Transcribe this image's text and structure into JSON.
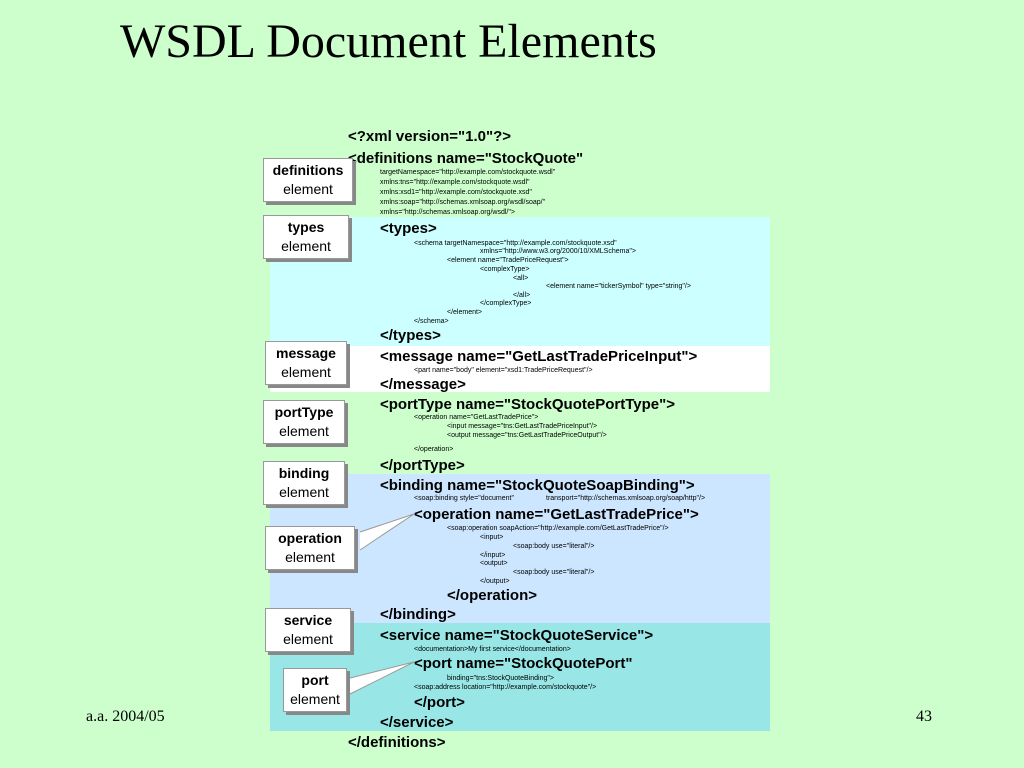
{
  "slide": {
    "title": "WSDL Document Elements",
    "footer_left": "a.a. 2004/05",
    "page_number": "43"
  },
  "colors": {
    "background": "#ccffcc",
    "types_band": "#ccffff",
    "message_band": "#ffffff",
    "binding_band": "#cce6ff",
    "service_band": "#99e6e6"
  },
  "callouts": {
    "definitions": {
      "name": "definitions",
      "label": "element"
    },
    "types": {
      "name": "types",
      "label": "element"
    },
    "message": {
      "name": "message",
      "label": "element"
    },
    "porttype": {
      "name": "portType",
      "label": "element"
    },
    "binding": {
      "name": "binding",
      "label": "element"
    },
    "operation": {
      "name": "operation",
      "label": "element"
    },
    "service": {
      "name": "service",
      "label": "element"
    },
    "port": {
      "name": "port",
      "label": "element"
    }
  },
  "code": {
    "xml_decl": "<?xml version=\"1.0\"?>",
    "definitions_open": "<definitions name=\"StockQuote\"",
    "def_attr1": "targetNamespace=\"http://example.com/stockquote.wsdl\"",
    "def_attr2": "xmlns:tns=\"http://example.com/stockquote.wsdl\"",
    "def_attr3": "xmlns:xsd1=\"http://example.com/stockquote.xsd\"",
    "def_attr4": "xmlns:soap=\"http://schemas.xmlsoap.org/wsdl/soap/\"",
    "def_attr5": "xmlns=\"http://schemas.xmlsoap.org/wsdl/\">",
    "types_open": "<types>",
    "schema_open": "<schema targetNamespace=\"http://example.com/stockquote.xsd\"",
    "schema_xmlns": "xmlns=\"http://www.w3.org/2000/10/XMLSchema\">",
    "element_open": "<element name=\"TradePriceRequest\">",
    "complextype_open": "<complexType>",
    "all_open": "<all>",
    "element_ticker": "<element name=\"tickerSymbol\" type=\"string\"/>",
    "all_close": "</all>",
    "complextype_close": "</complexType>",
    "element_close": "</element>",
    "schema_close": "</schema>",
    "types_close": "</types>",
    "message_open": "<message name=\"GetLastTradePriceInput\">",
    "part": "<part name=\"body\" element=\"xsd1:TradePriceRequest\"/>",
    "message_close": "</message>",
    "porttype_open": "<portType name=\"StockQuotePortType\">",
    "pt_operation_open": "<operation name=\"GetLastTradePrice\">",
    "pt_input": "<input message=\"tns:GetLastTradePriceInput\"/>",
    "pt_output": "<output message=\"tns:GetLastTradePriceOutput\"/>",
    "pt_operation_close": "</operation>",
    "porttype_close": "</portType>",
    "binding_open": "<binding name=\"StockQuoteSoapBinding\">",
    "soap_binding": "<soap:binding style=\"document\"",
    "soap_transport": "transport=\"http://schemas.xmlsoap.org/soap/http\"/>",
    "b_operation_open": "<operation name=\"GetLastTradePrice\">",
    "soap_operation": "<soap:operation soapAction=\"http://example.com/GetLastTradePrice\"/>",
    "b_input_open": "<input>",
    "soap_body_in": "<soap:body use=\"literal\"/>",
    "b_input_close": "</input>",
    "b_output_open": "<output>",
    "soap_body_out": "<soap:body use=\"literal\"/>",
    "b_output_close": "</output>",
    "b_operation_close": "</operation>",
    "binding_close": "</binding>",
    "service_open": "<service name=\"StockQuoteService\">",
    "documentation": "<documentation>My first service</documentation>",
    "port_open": "<port name=\"StockQuotePort\"",
    "port_binding": "binding=\"tns:StockQuoteBinding\">",
    "soap_address": "<soap:address location=\"http://example.com/stockquote\"/>",
    "port_close": "</port>",
    "service_close": "</service>",
    "definitions_close": "</definitions>"
  }
}
